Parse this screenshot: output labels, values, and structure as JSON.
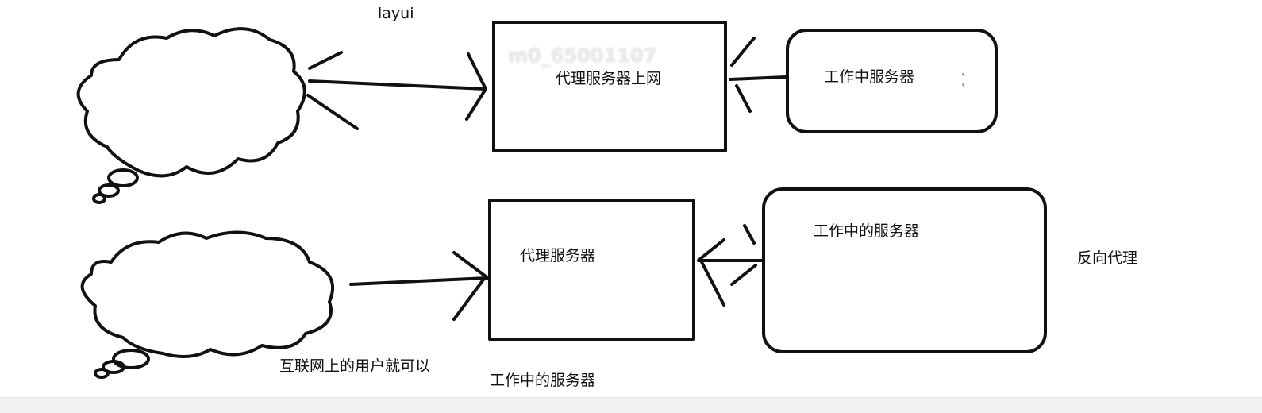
{
  "labels": {
    "top_caption": "layui",
    "watermark": "m0_65001107",
    "top_proxy": "代理服务器上网",
    "top_server": "工作中服务器",
    "bottom_proxy": "代理服务器",
    "bottom_server": "工作中的服务器",
    "reverse_proxy": "反向代理",
    "internet_users": "互联网上的用户就可以",
    "bottom_caption": "工作中的服务器"
  },
  "colors": {
    "stroke": "#111111",
    "background": "#ffffff"
  }
}
